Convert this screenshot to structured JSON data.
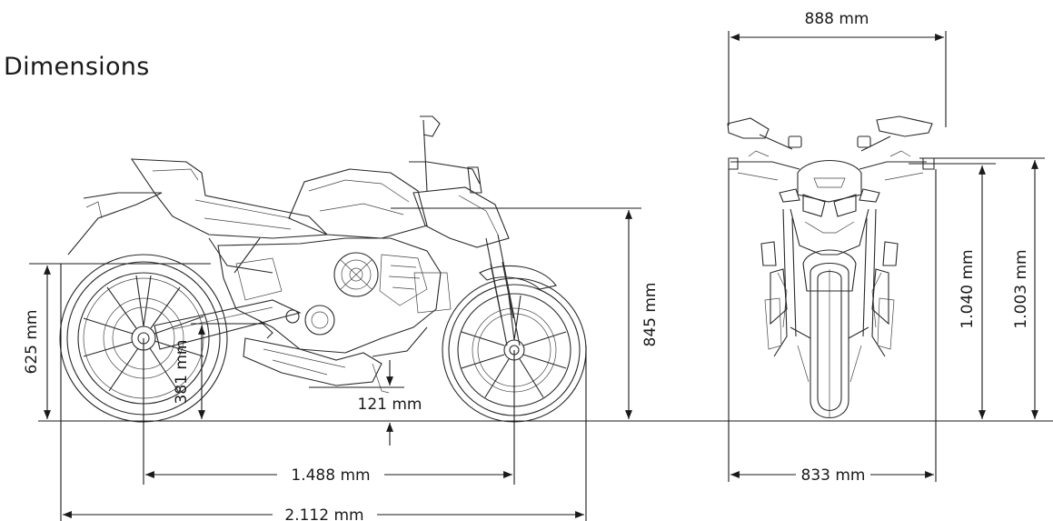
{
  "title": "Dimensions",
  "side_view": {
    "overall_length": "2.112 mm",
    "wheelbase": "1.488 mm",
    "seat_height": "845 mm",
    "rear_peg_height": "625 mm",
    "axle_height": "381 mm",
    "ground_clearance": "121 mm"
  },
  "front_view": {
    "mirror_width": "888 mm",
    "handlebar_width": "833 mm",
    "height_to_mirror": "1.040 mm",
    "overall_height": "1.003 mm"
  }
}
